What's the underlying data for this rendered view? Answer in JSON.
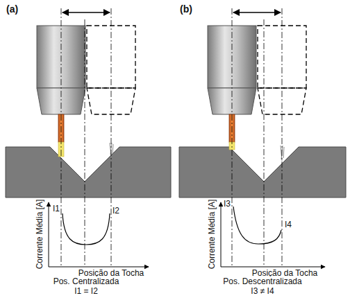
{
  "diagram": {
    "labels": [
      "(a)",
      "(b)",
      "I1",
      "I2",
      "Corrente Média [A]",
      "Posição da Tocha",
      "Pos. Centralizada",
      "I1 = I2",
      "I3",
      "I4",
      "Corrente Média [A]",
      "Posição da Tocha",
      "Pos. Descentralizada",
      "I3 ≠ I4"
    ]
  }
}
